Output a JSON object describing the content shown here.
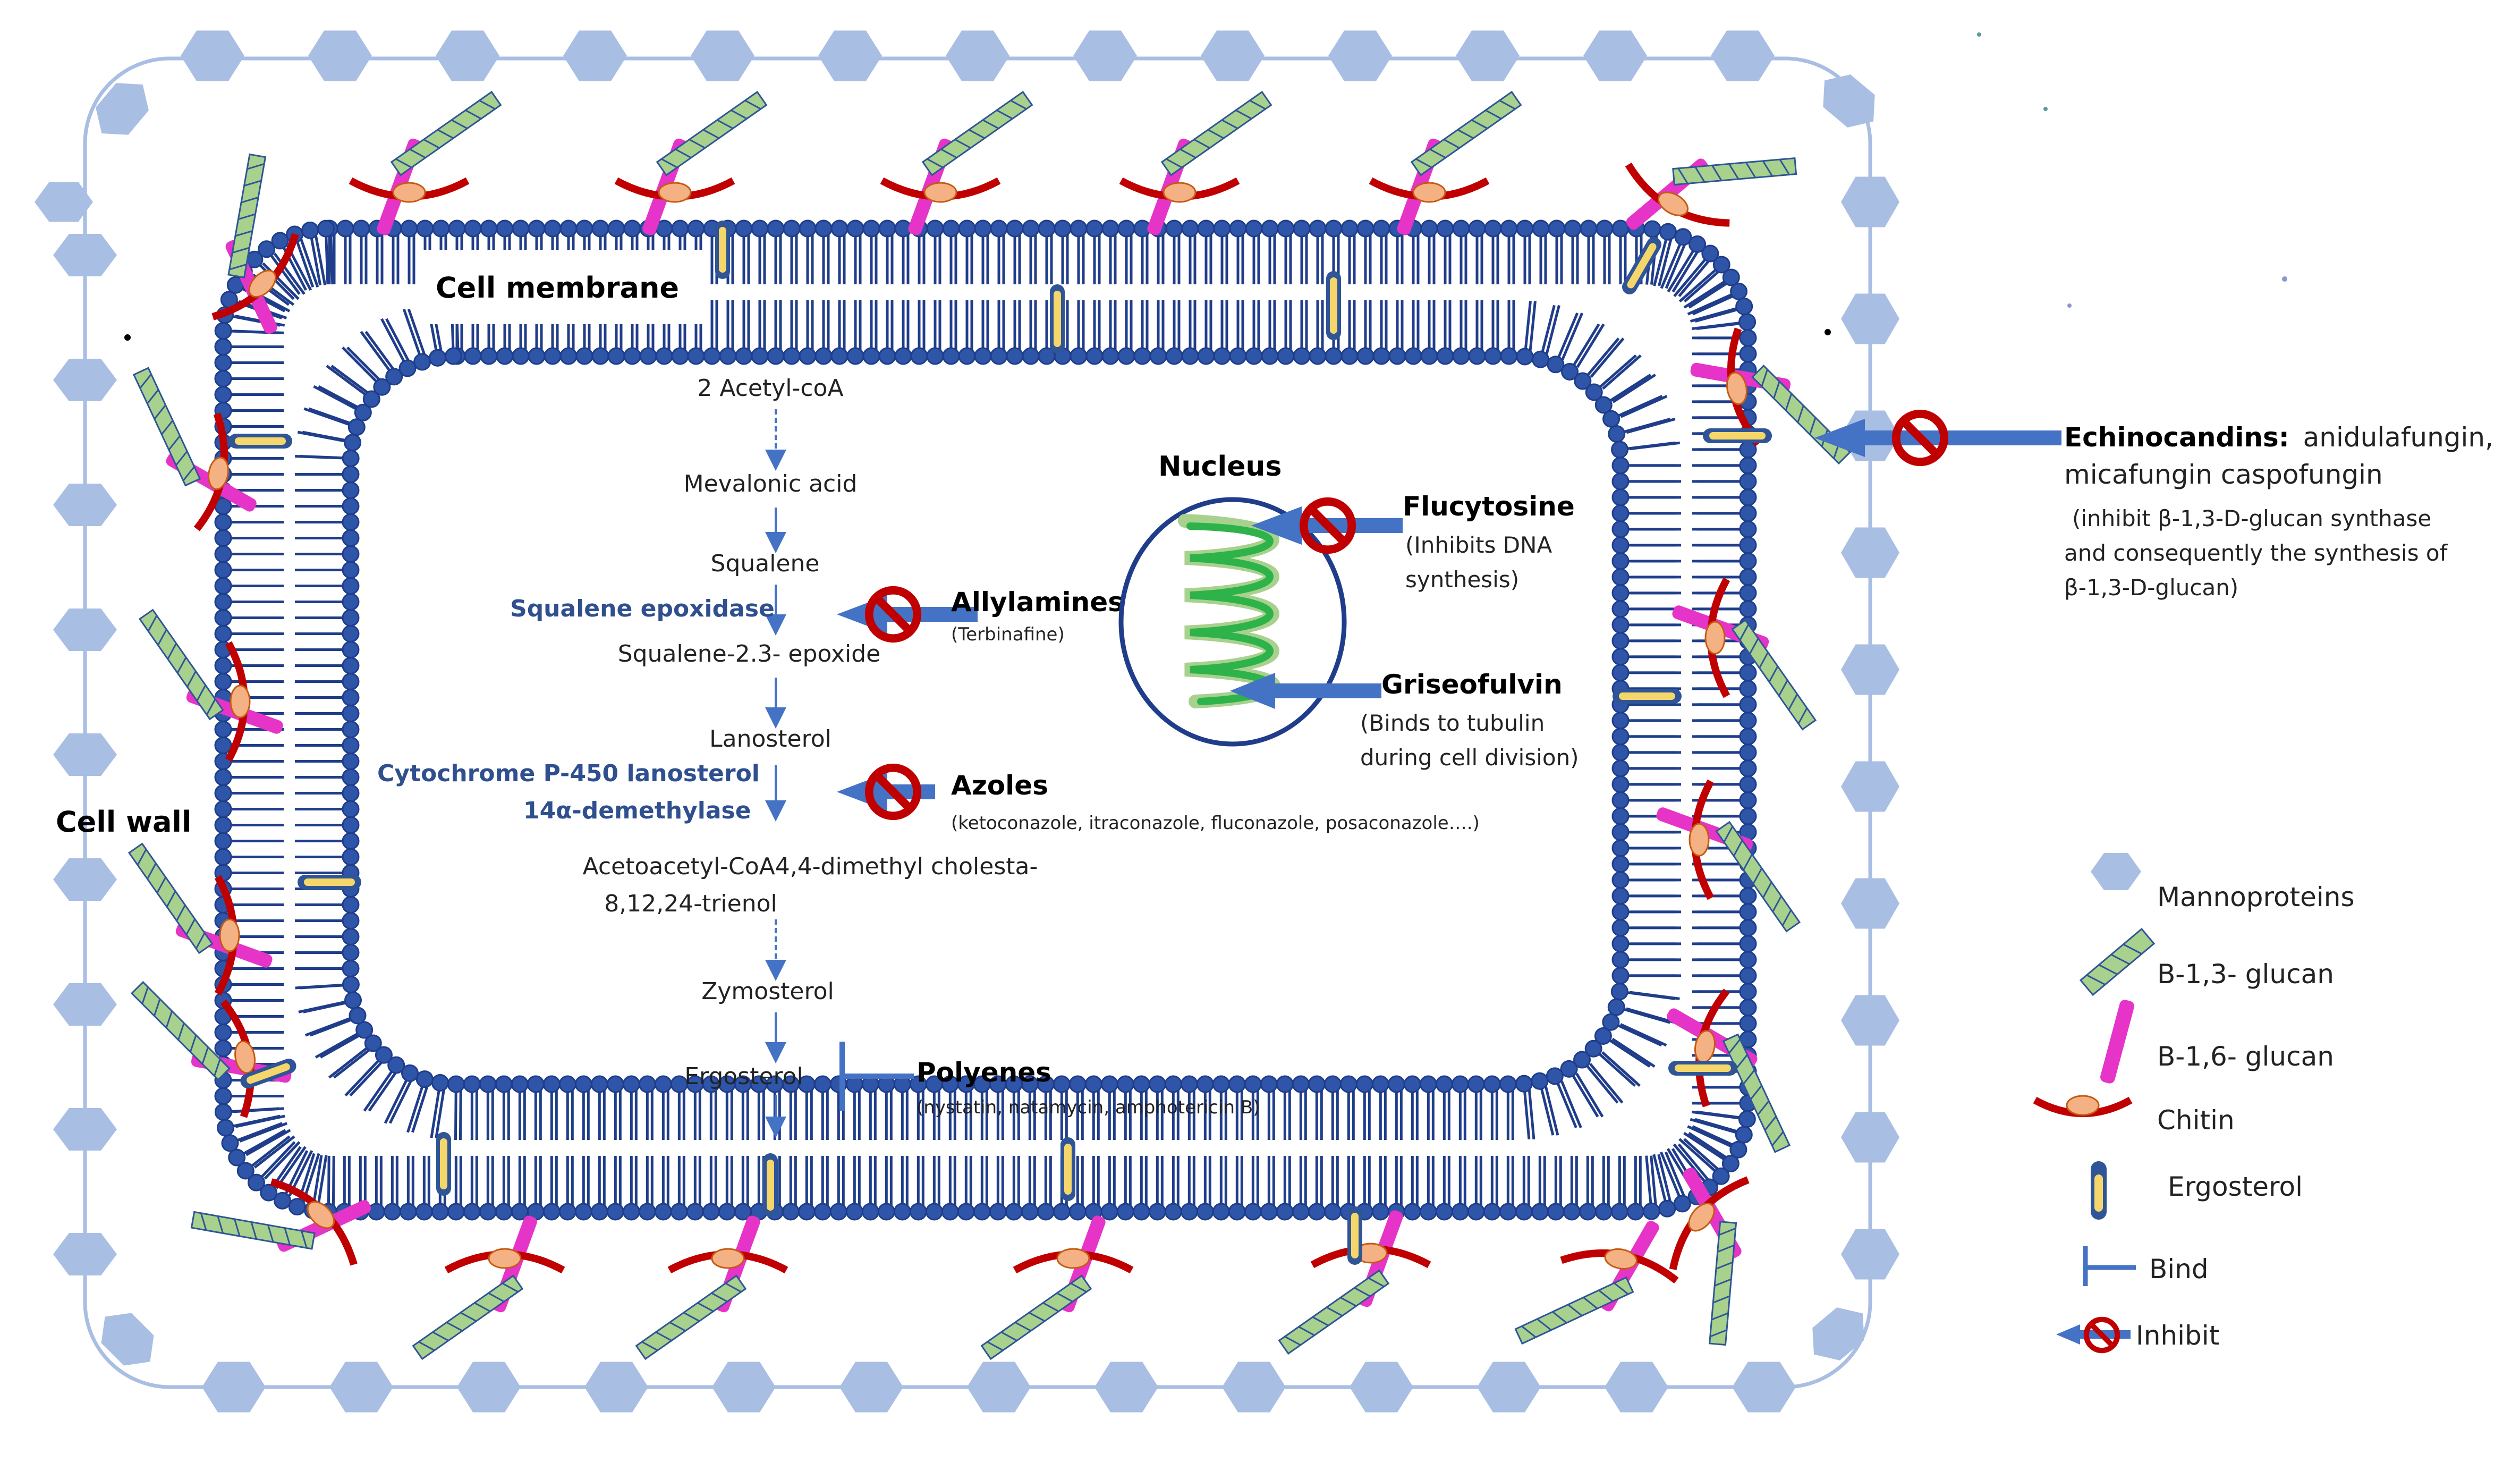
{
  "labels": {
    "cell_membrane": "Cell membrane",
    "cell_wall": "Cell wall",
    "nucleus": "Nucleus"
  },
  "pathway": {
    "steps": [
      "2 Acetyl-coA",
      "Mevalonic acid",
      "Squalene",
      "Squalene-2.3- epoxide",
      "Lanosterol",
      "Acetoacetyl-CoA4,4-dimethyl cholesta-",
      "8,12,24-trienol",
      "Zymosterol",
      "Ergosterol"
    ],
    "enzyme_squalene": "Squalene epoxidase",
    "enzyme_cyp_line1": "Cytochrome P-450 lanosterol",
    "enzyme_cyp_line2": "14α-demethylase"
  },
  "drugs": {
    "allylamines": {
      "name": "Allylamines",
      "examples": "(Terbinafine)"
    },
    "azoles": {
      "name": "Azoles",
      "examples": "(ketoconazole, itraconazole, fluconazole, posaconazole….)"
    },
    "polyenes": {
      "name": "Polyenes",
      "examples": "(nystatin, natamycin, amphotericin B)"
    },
    "flucytosine": {
      "name": "Flucytosine",
      "desc_line1": "(Inhibits DNA",
      "desc_line2": "synthesis)"
    },
    "griseofulvin": {
      "name": "Griseofulvin",
      "desc_line1": "(Binds to tubulin",
      "desc_line2": "during cell division)"
    },
    "echinocandins": {
      "name": "Echinocandins:",
      "examples_line1": "anidulafungin,",
      "examples_line2": "micafungin caspofungin",
      "desc_line1": "(inhibit β-1,3-D-glucan synthase",
      "desc_line2": "and consequently the synthesis of",
      "desc_line3": "β-1,3-D-glucan)"
    }
  },
  "legend": [
    {
      "icon": "mannoprotein-icon",
      "label": "Mannoproteins"
    },
    {
      "icon": "beta-1-3-glucan-icon",
      "label": "B-1,3- glucan"
    },
    {
      "icon": "beta-1-6-glucan-icon",
      "label": "B-1,6- glucan"
    },
    {
      "icon": "chitin-icon",
      "label": "Chitin"
    },
    {
      "icon": "ergosterol-icon",
      "label": "Ergosterol"
    },
    {
      "icon": "bind-icon",
      "label": "Bind"
    },
    {
      "icon": "inhibit-icon",
      "label": "Inhibit"
    }
  ],
  "colors": {
    "membrane": "#1F3D8A",
    "mannoprotein": "#A9BEE3",
    "beta13_glucan": "#A9D18E",
    "beta16_glucan": "#E633C8",
    "chitin": "#C00000",
    "ergosterol": "#F5D66B",
    "arrow": "#4472C4",
    "nucleus_dna": "#2DB34A"
  }
}
